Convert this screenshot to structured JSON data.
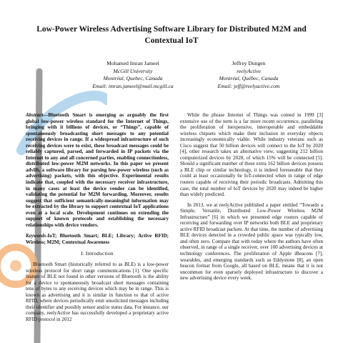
{
  "paper": {
    "title": "Low-Power Wireless Advertising Software Library for Distributed M2M and Contextual IoT",
    "authors": [
      {
        "name": "Mohamed Imran Jameel",
        "affiliation": "McGill University",
        "location": "Montréal, Quebec, Canada",
        "email": "Email: imran.jameel@mail.mcgill.ca"
      },
      {
        "name": "Jeffrey Dungen",
        "affiliation": "reelyActive",
        "location": "Montréal, Québec, Canada",
        "email": "Email: jeff@reelyactive.com"
      }
    ],
    "abstract_lead": "Abstract",
    "abstract_body": "—Bluetooth Smart is emerging as arguably the first global low-power wireless standard for the Internet of Things, bringing with it billions of devices, or “Things”, capable of spontaneously broadcasting short messages to any potential receiving devices in range. If a widespread infrastructure of such receiving devices were to exist, these broadcast messages could be reliably captured, parsed, and forwarded in IP packets via the Internet to any and all concerned parties, enabling connectionless, distributed low-power M2M networks. In this paper we present advlib, a software library for parsing low-power wireless (such as advertising) packets, with this objective. Experimental results indicate that, coupled with the necessary receiver infrastructure, in many cases at least the device vendor can be identified, validating the potential for M2M forwarding. Moreover, results suggest that sufficient semantically-meaningful information may be extracted by the library to support contextual IoT applications even at a local scale. Development continues on extending the support of known protocols and establishing the necessary relationships with device vendors.",
    "keywords_lead": "Keywords",
    "keywords_body": "-IoT; Bluetooth Smart; BLE; Library; Active RFID; Wireless; M2M; Contextual Awareness",
    "section1_title": "I. Introduction",
    "intro_left": "Bluetooth Smart (historically referred to as BLE) is a low-power wireless protocol for short range communications [1]. One specific feature of BLE not found in other versions of Bluetooth is the ability for a device to spontaneously broadcast short messages containing tens of bytes to any receiving devices which may be in range. This is known as advertising and it is similar in function to that of active RFID, where devices periodically emit unsolicited messages including their identifier and possibly sensor and/or status data. For instance, our company, reelyActive has successfully developed a proprietary active RFID protocol in 2012",
    "right_p1": "While the phrase Internet of Things was coined in 1999 [3] extensive use of the term is a far more recent occurrence, paralleling the proliferation of inexpensive, interoperable and embeddable wireless chipsets which make their inclusion in everyday objects increasingly economically viable. While industry veterans such as Cisco suggest that 50 billion devices will connect to the IoT by 2020 [4], other research takes an alternative view, suggesting 212 billion computerized devices by 2020, of which 15% will be connected [5]. Should a significant number of these extra 162 billion devices possess a BLE chip or similar technology, it is indeed foreseeable that they could at least occasionally be IoT-connected when in range of edge routers capable of receiving their periodic broadcasts. Admitting this case, the total number of IoT devices by 2020 may indeed be higher than widely predicted.",
    "right_p2": "In 2013, we at reelyActive published a paper entitled “Towards a Simple, Versatile, Distributed Low-Power Wireless M2M Infrastructure” [6] in which we presented edge routers capable of receiving and forwarding over IP networks both BLE and proprietary active RFID broadcast packets. At that time, the number of advertising BLE devices detected in a crowded public space was typically low, and often zero. Compare that with today where the authors have often observed, in range of a single receiver, over 100 advertising devices at technology conferences. The proliferation of Apple iBeacons [7], wearables, and emerging standards such as Eddystone [8], an open beacon format from Google, all based on BLE, means that it is not uncommon for even sparsely deployed infrastructure to discover a new advertising device every week."
  },
  "colors": {
    "text": "#111111",
    "watermark_blue": "#9fc9e8",
    "watermark_orange": "#f2b37a"
  },
  "watermark": {
    "icon": "brand-watermark-icon"
  }
}
